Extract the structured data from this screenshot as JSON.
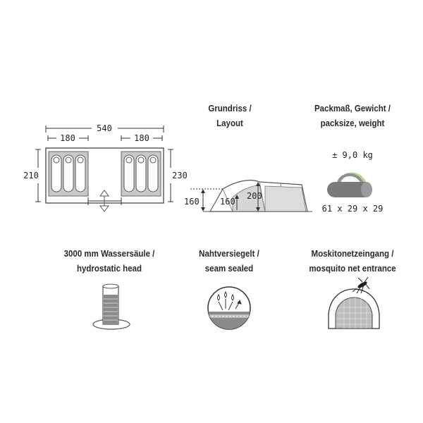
{
  "floorplan": {
    "total_length": "540",
    "left_cabin_length": "180",
    "right_cabin_length": "180",
    "left_height": "210",
    "right_height": "230"
  },
  "layout": {
    "caption_line1": "Grundriss /",
    "caption_line2": "Layout",
    "side_height": "160",
    "inner_height": "160",
    "center_height": "200"
  },
  "pack": {
    "caption_line1": "Packmaß, Gewicht /",
    "caption_line2": "packsize, weight",
    "weight": "± 9,0 kg",
    "size": "61 x 29 x 29"
  },
  "hydrostatic": {
    "caption_line1": "3000 mm Wassersäule /",
    "caption_line2": "hydrostatic head"
  },
  "seam": {
    "caption_line1": "Nahtversiegelt /",
    "caption_line2": "seam sealed"
  },
  "mosquito": {
    "caption_line1": "Moskitonetzeingang /",
    "caption_line2": "mosquito net entrance"
  },
  "colors": {
    "cabin_fill": "#c8c8c8",
    "accent_green": "#b9d98a",
    "bag_gray": "#7a7a7a"
  }
}
